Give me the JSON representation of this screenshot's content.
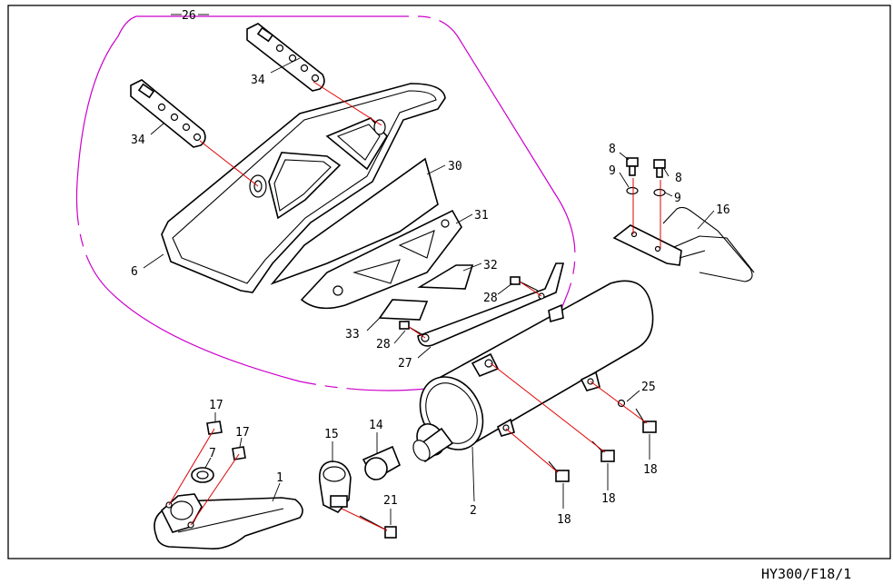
{
  "figure": {
    "reference_code": "HY300/F18/1",
    "group_outline_color": "#cc00cc",
    "leader_line_color": "#e00000",
    "line_color": "#000000"
  },
  "callouts": [
    {
      "id": "c26",
      "text": "26"
    },
    {
      "id": "c34a",
      "text": "34"
    },
    {
      "id": "c34b",
      "text": "34"
    },
    {
      "id": "c6",
      "text": "6"
    },
    {
      "id": "c30",
      "text": "30"
    },
    {
      "id": "c31",
      "text": "31"
    },
    {
      "id": "c32",
      "text": "32"
    },
    {
      "id": "c33",
      "text": "33"
    },
    {
      "id": "c28a",
      "text": "28"
    },
    {
      "id": "c28b",
      "text": "28"
    },
    {
      "id": "c27",
      "text": "27"
    },
    {
      "id": "c8a",
      "text": "8"
    },
    {
      "id": "c8b",
      "text": "8"
    },
    {
      "id": "c9a",
      "text": "9"
    },
    {
      "id": "c9b",
      "text": "9"
    },
    {
      "id": "c16",
      "text": "16"
    },
    {
      "id": "c25",
      "text": "25"
    },
    {
      "id": "c18a",
      "text": "18"
    },
    {
      "id": "c18b",
      "text": "18"
    },
    {
      "id": "c18c",
      "text": "18"
    },
    {
      "id": "c17a",
      "text": "17"
    },
    {
      "id": "c17b",
      "text": "17"
    },
    {
      "id": "c7",
      "text": "7"
    },
    {
      "id": "c1",
      "text": "1"
    },
    {
      "id": "c15",
      "text": "15"
    },
    {
      "id": "c14",
      "text": "14"
    },
    {
      "id": "c21",
      "text": "21"
    },
    {
      "id": "c2",
      "text": "2"
    }
  ]
}
